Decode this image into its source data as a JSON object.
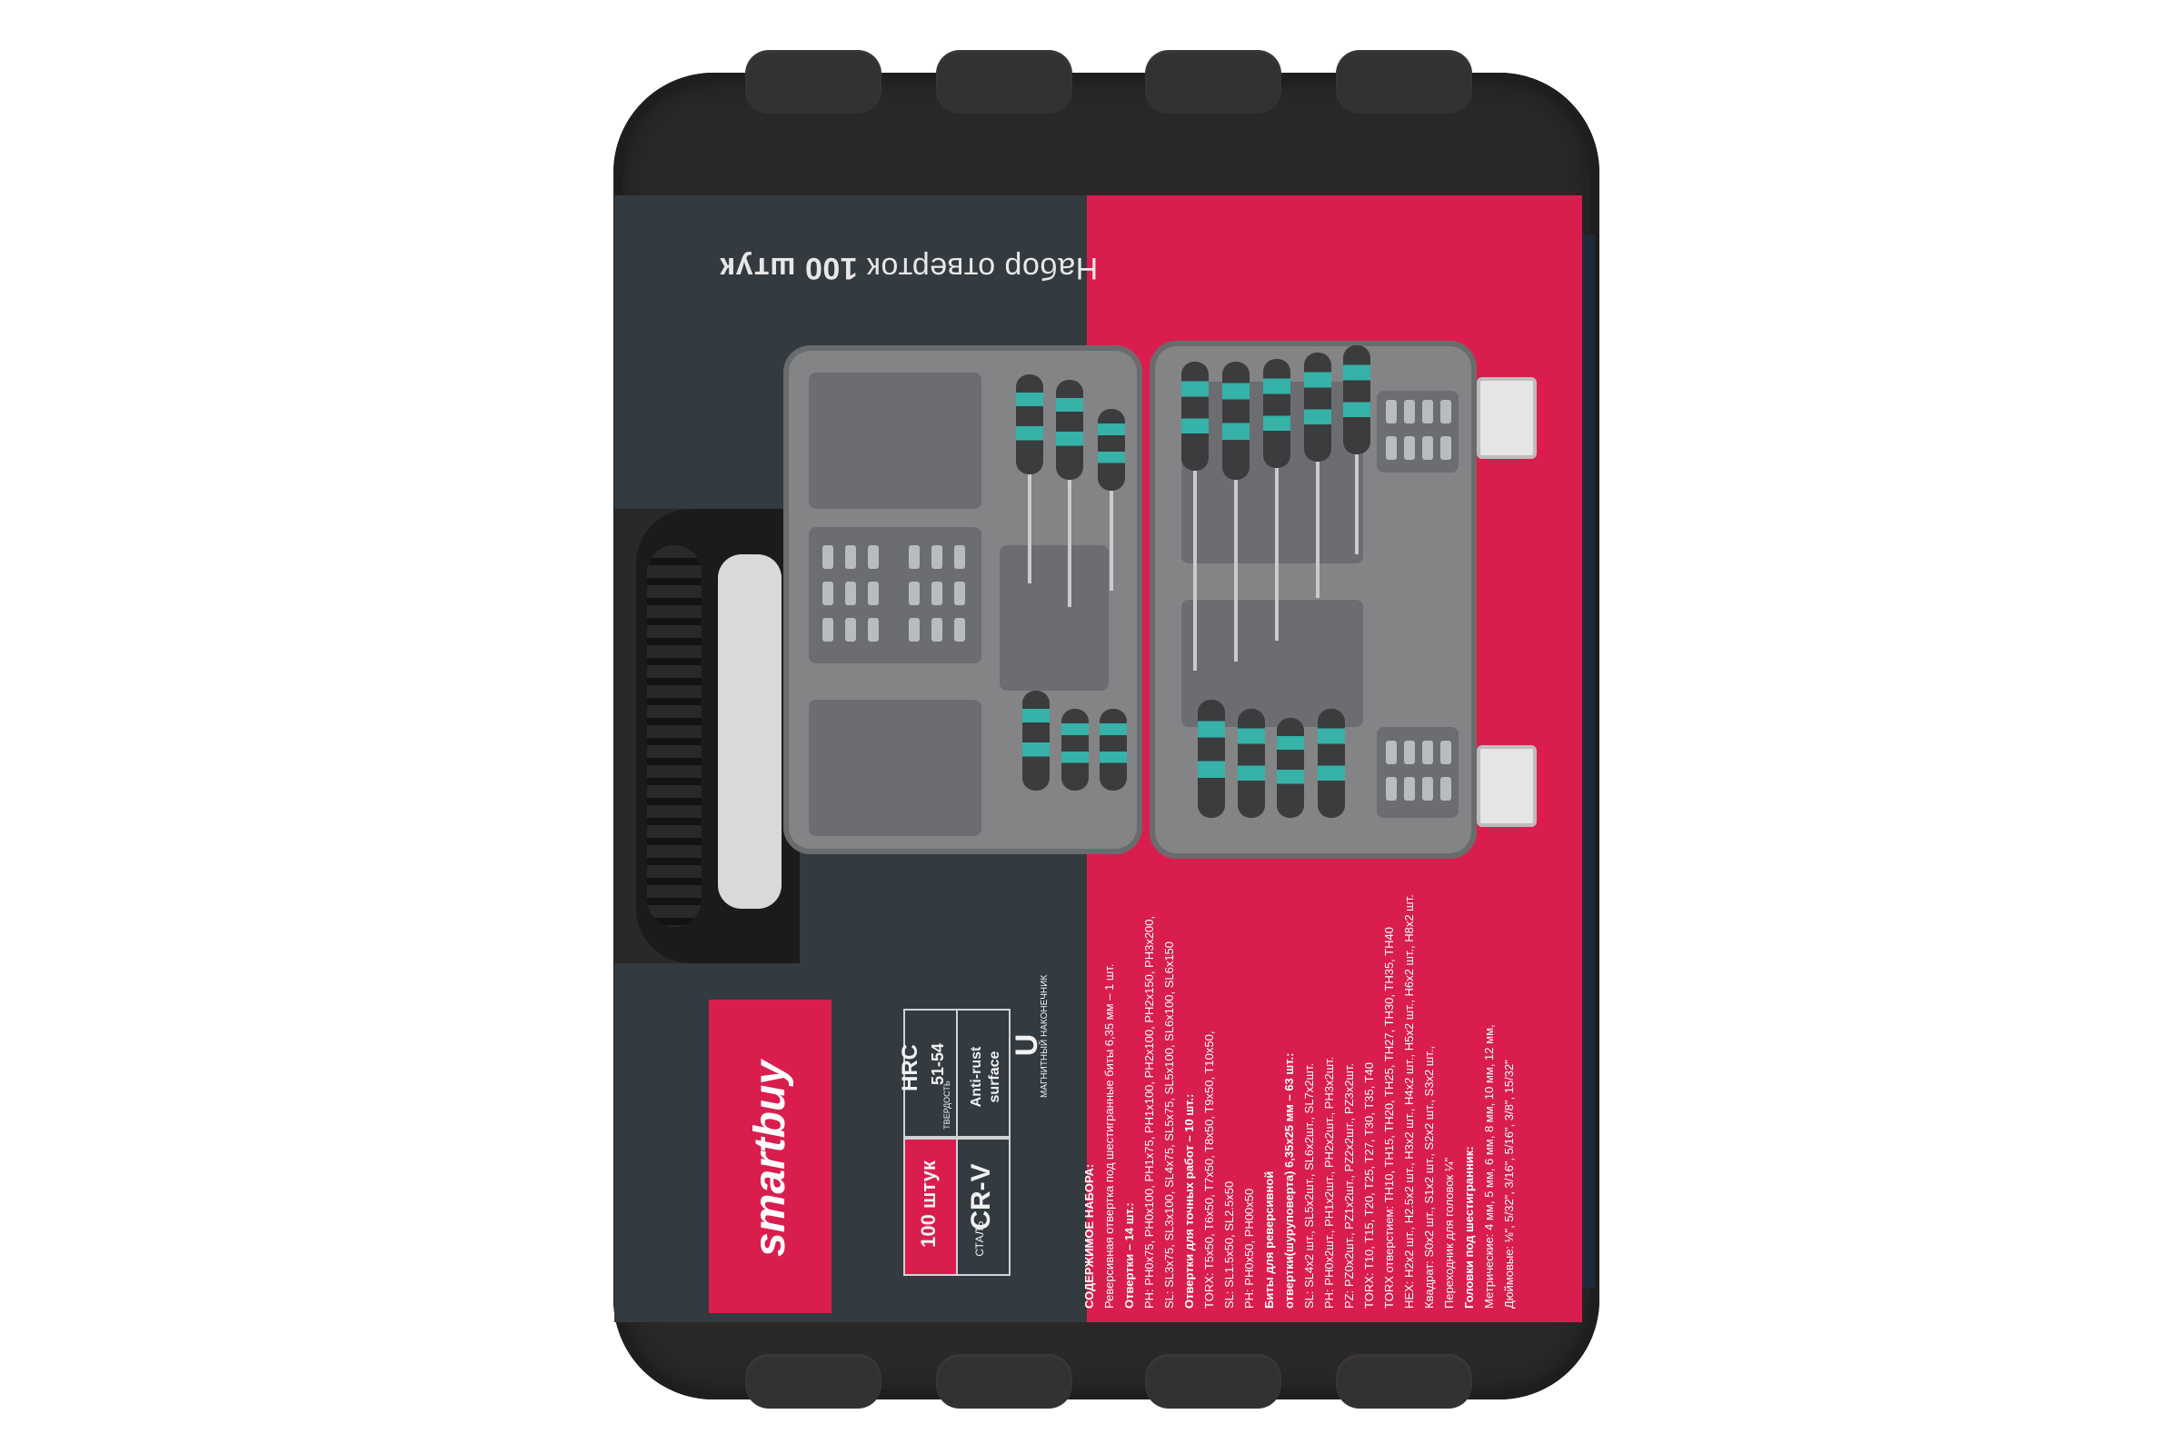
{
  "product": {
    "title_text": "Набор отверток",
    "title_count": "100 штук",
    "brand": "smartbuy",
    "specs": {
      "count_label": "100 штук",
      "steel": "CR-V",
      "steel_sub": "СТАЛЬ",
      "anti_rust": "Anti-rust",
      "surface": "surface",
      "hrc": "HRC",
      "hrc_range": "51-54",
      "hrc_sub": "ТВЕРДОСТЬ",
      "magnetic_sub": "МАГНИТНЫЙ НАКОНЕЧНИК"
    },
    "contents_lines": [
      "СОДЕРЖИМОЕ НАБОРА:",
      "Реверсивная отвертка под шестигранные биты 6,35 мм – 1 шт.",
      "Отвертки – 14 шт.:",
      "PH: PH0x75, PH0x100, PH1x75, PH1x100, PH2x100, PH2x150, PH3x200,",
      "SL: SL3x75, SL3x100, SL4x75, SL5x75, SL5x100, SL6x100, SL6x150",
      "Отвертки для точных работ – 10 шт.:",
      "TORX: T5x50, T6x50, T7x50, T8x50, T9x50, T10x50,",
      "SL: SL1.5x50, SL2.5x50",
      "PH: PH0x50, PH00x50",
      "Биты для реверсивной",
      "отвертки(шуруповерта) 6,35x25 мм – 63 шт.:",
      "SL: SL4x2 шт., SL5x2шт., SL6x2шт., SL7x2шт.",
      "PH: PH0x2шт., PH1x2шт., PH2x2шт., PH3x2шт.",
      "PZ: PZ0x2шт., PZ1x2шт., PZ2x2шт., PZ3x2шт.",
      "TORX: T10, T15, T20, T25, T27, T30, T35, T40",
      "TORX отверстием: TH10, TH15, TH20, TH25, TH27, TH30, TH35, TH40",
      "HEX: H2x2 шт., H2.5x2 шт., H3x2 шт., H4x2 шт., H5x2 шт., H6x2 шт., H8x2 шт.",
      "Квадрат: S0x2 шт., S1x2 шт., S2x2 шт., S3x2 шт.,",
      "Переходник для головок ¼\"",
      "Головки под шестигранник:",
      "Метрические: 4 мм, 5 мм, 6 мм, 8 мм, 10 мм, 12 мм,",
      "Дюймовые: ⅛\", 5/32\", 3/16\", 5/16\", 3/8\", 15/32\""
    ]
  },
  "colors": {
    "sleeve_dark": "#333a40",
    "sleeve_pink": "#d91e4d",
    "case_black": "#2b2828",
    "tool_teal": "#36b2a8"
  }
}
